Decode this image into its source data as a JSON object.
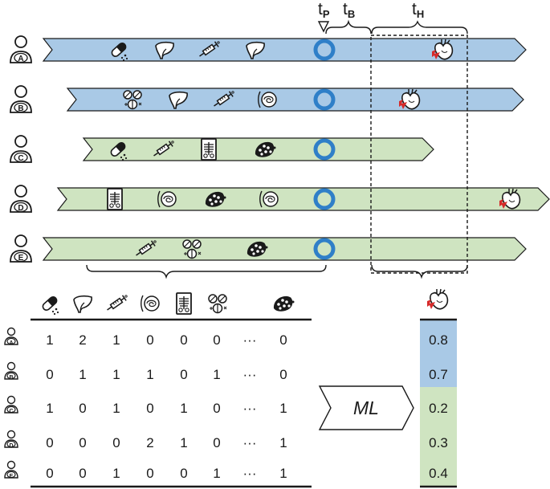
{
  "time_labels": {
    "prediction": {
      "base": "t",
      "sub": "P"
    },
    "buffer": {
      "base": "t",
      "sub": "B"
    },
    "horizon": {
      "base": "t",
      "sub": "H"
    }
  },
  "colors": {
    "positive_band": "#a9c9e6",
    "negative_band": "#cfe4c1",
    "prediction_marker": "#2f7fc8",
    "outcome_heart": "#d62a2a",
    "outline": "#1a1a1a"
  },
  "patients": [
    {
      "id": "A",
      "outcome": "positive",
      "timeline_events": [
        "pills-icon",
        "liver-icon",
        "syringe-icon",
        "liver-icon"
      ],
      "has_outcome_event": true
    },
    {
      "id": "B",
      "outcome": "positive",
      "timeline_events": [
        "tablets-icon",
        "liver-icon",
        "syringe-icon",
        "gut-icon"
      ],
      "has_outcome_event": true
    },
    {
      "id": "C",
      "outcome": "negative",
      "timeline_events": [
        "pills-icon",
        "syringe-icon",
        "xray-icon",
        "cells-icon"
      ],
      "has_outcome_event": false
    },
    {
      "id": "D",
      "outcome": "negative",
      "timeline_events": [
        "xray-icon",
        "gut-icon",
        "cells-icon",
        "gut-icon"
      ],
      "has_outcome_event": true
    },
    {
      "id": "E",
      "outcome": "negative",
      "timeline_events": [
        "syringe-icon",
        "tablets-icon",
        "cells-icon"
      ],
      "has_outcome_event": false
    }
  ],
  "feature_columns": [
    "pills-icon",
    "liver-icon",
    "syringe-icon",
    "gut-icon",
    "xray-icon",
    "tablets-icon",
    "ellipsis",
    "cells-icon"
  ],
  "table": {
    "ellipsis": "···",
    "rows": [
      {
        "patient": "A",
        "values": [
          "1",
          "2",
          "1",
          "0",
          "0",
          "0",
          "···",
          "0"
        ]
      },
      {
        "patient": "B",
        "values": [
          "0",
          "1",
          "1",
          "1",
          "0",
          "1",
          "···",
          "0"
        ]
      },
      {
        "patient": "C",
        "values": [
          "1",
          "0",
          "1",
          "0",
          "1",
          "0",
          "···",
          "1"
        ]
      },
      {
        "patient": "D",
        "values": [
          "0",
          "0",
          "0",
          "2",
          "1",
          "0",
          "···",
          "1"
        ]
      },
      {
        "patient": "E",
        "values": [
          "0",
          "0",
          "1",
          "0",
          "0",
          "1",
          "···",
          "1"
        ]
      }
    ]
  },
  "model_label": "ML",
  "predictions": [
    {
      "patient": "A",
      "value": "0.8",
      "outcome": "positive"
    },
    {
      "patient": "B",
      "value": "0.7",
      "outcome": "positive"
    },
    {
      "patient": "C",
      "value": "0.2",
      "outcome": "negative"
    },
    {
      "patient": "D",
      "value": "0.3",
      "outcome": "negative"
    },
    {
      "patient": "E",
      "value": "0.4",
      "outcome": "negative"
    }
  ]
}
